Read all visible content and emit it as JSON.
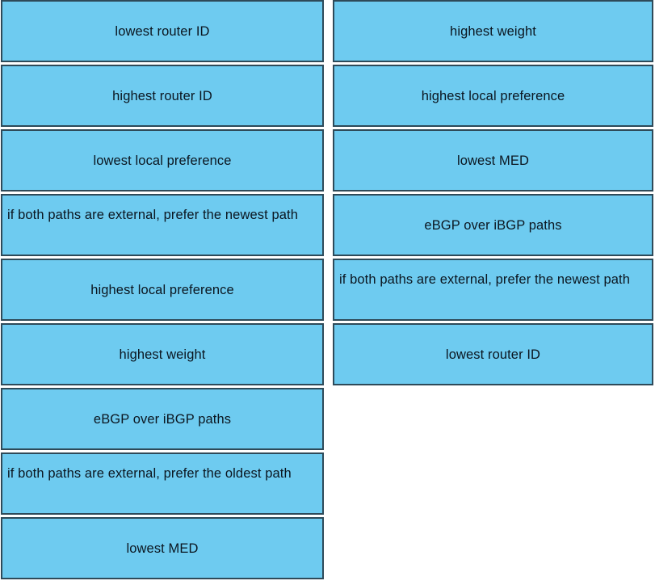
{
  "palette": {
    "card_fill": "#6ecbf0",
    "card_border": "#2e4a59",
    "text": "#0b1620",
    "background": "#ffffff"
  },
  "columns": {
    "left": {
      "name": "left-column",
      "cards": [
        {
          "label": "lowest router ID",
          "multiline": false
        },
        {
          "label": "highest router ID",
          "multiline": false
        },
        {
          "label": "lowest local preference",
          "multiline": false
        },
        {
          "label": "if both paths are external, prefer the newest path",
          "multiline": true
        },
        {
          "label": "highest local preference",
          "multiline": false
        },
        {
          "label": "highest weight",
          "multiline": false
        },
        {
          "label": "eBGP over iBGP paths",
          "multiline": false
        },
        {
          "label": "if both paths are external, prefer the oldest path",
          "multiline": true
        },
        {
          "label": "lowest MED",
          "multiline": false
        }
      ]
    },
    "right": {
      "name": "right-column",
      "cards": [
        {
          "label": "highest weight",
          "multiline": false
        },
        {
          "label": "highest local preference",
          "multiline": false
        },
        {
          "label": "lowest MED",
          "multiline": false
        },
        {
          "label": "eBGP over iBGP paths",
          "multiline": false
        },
        {
          "label": "if both paths are external, prefer the newest path",
          "multiline": true
        },
        {
          "label": "lowest router ID",
          "multiline": false
        }
      ]
    }
  }
}
